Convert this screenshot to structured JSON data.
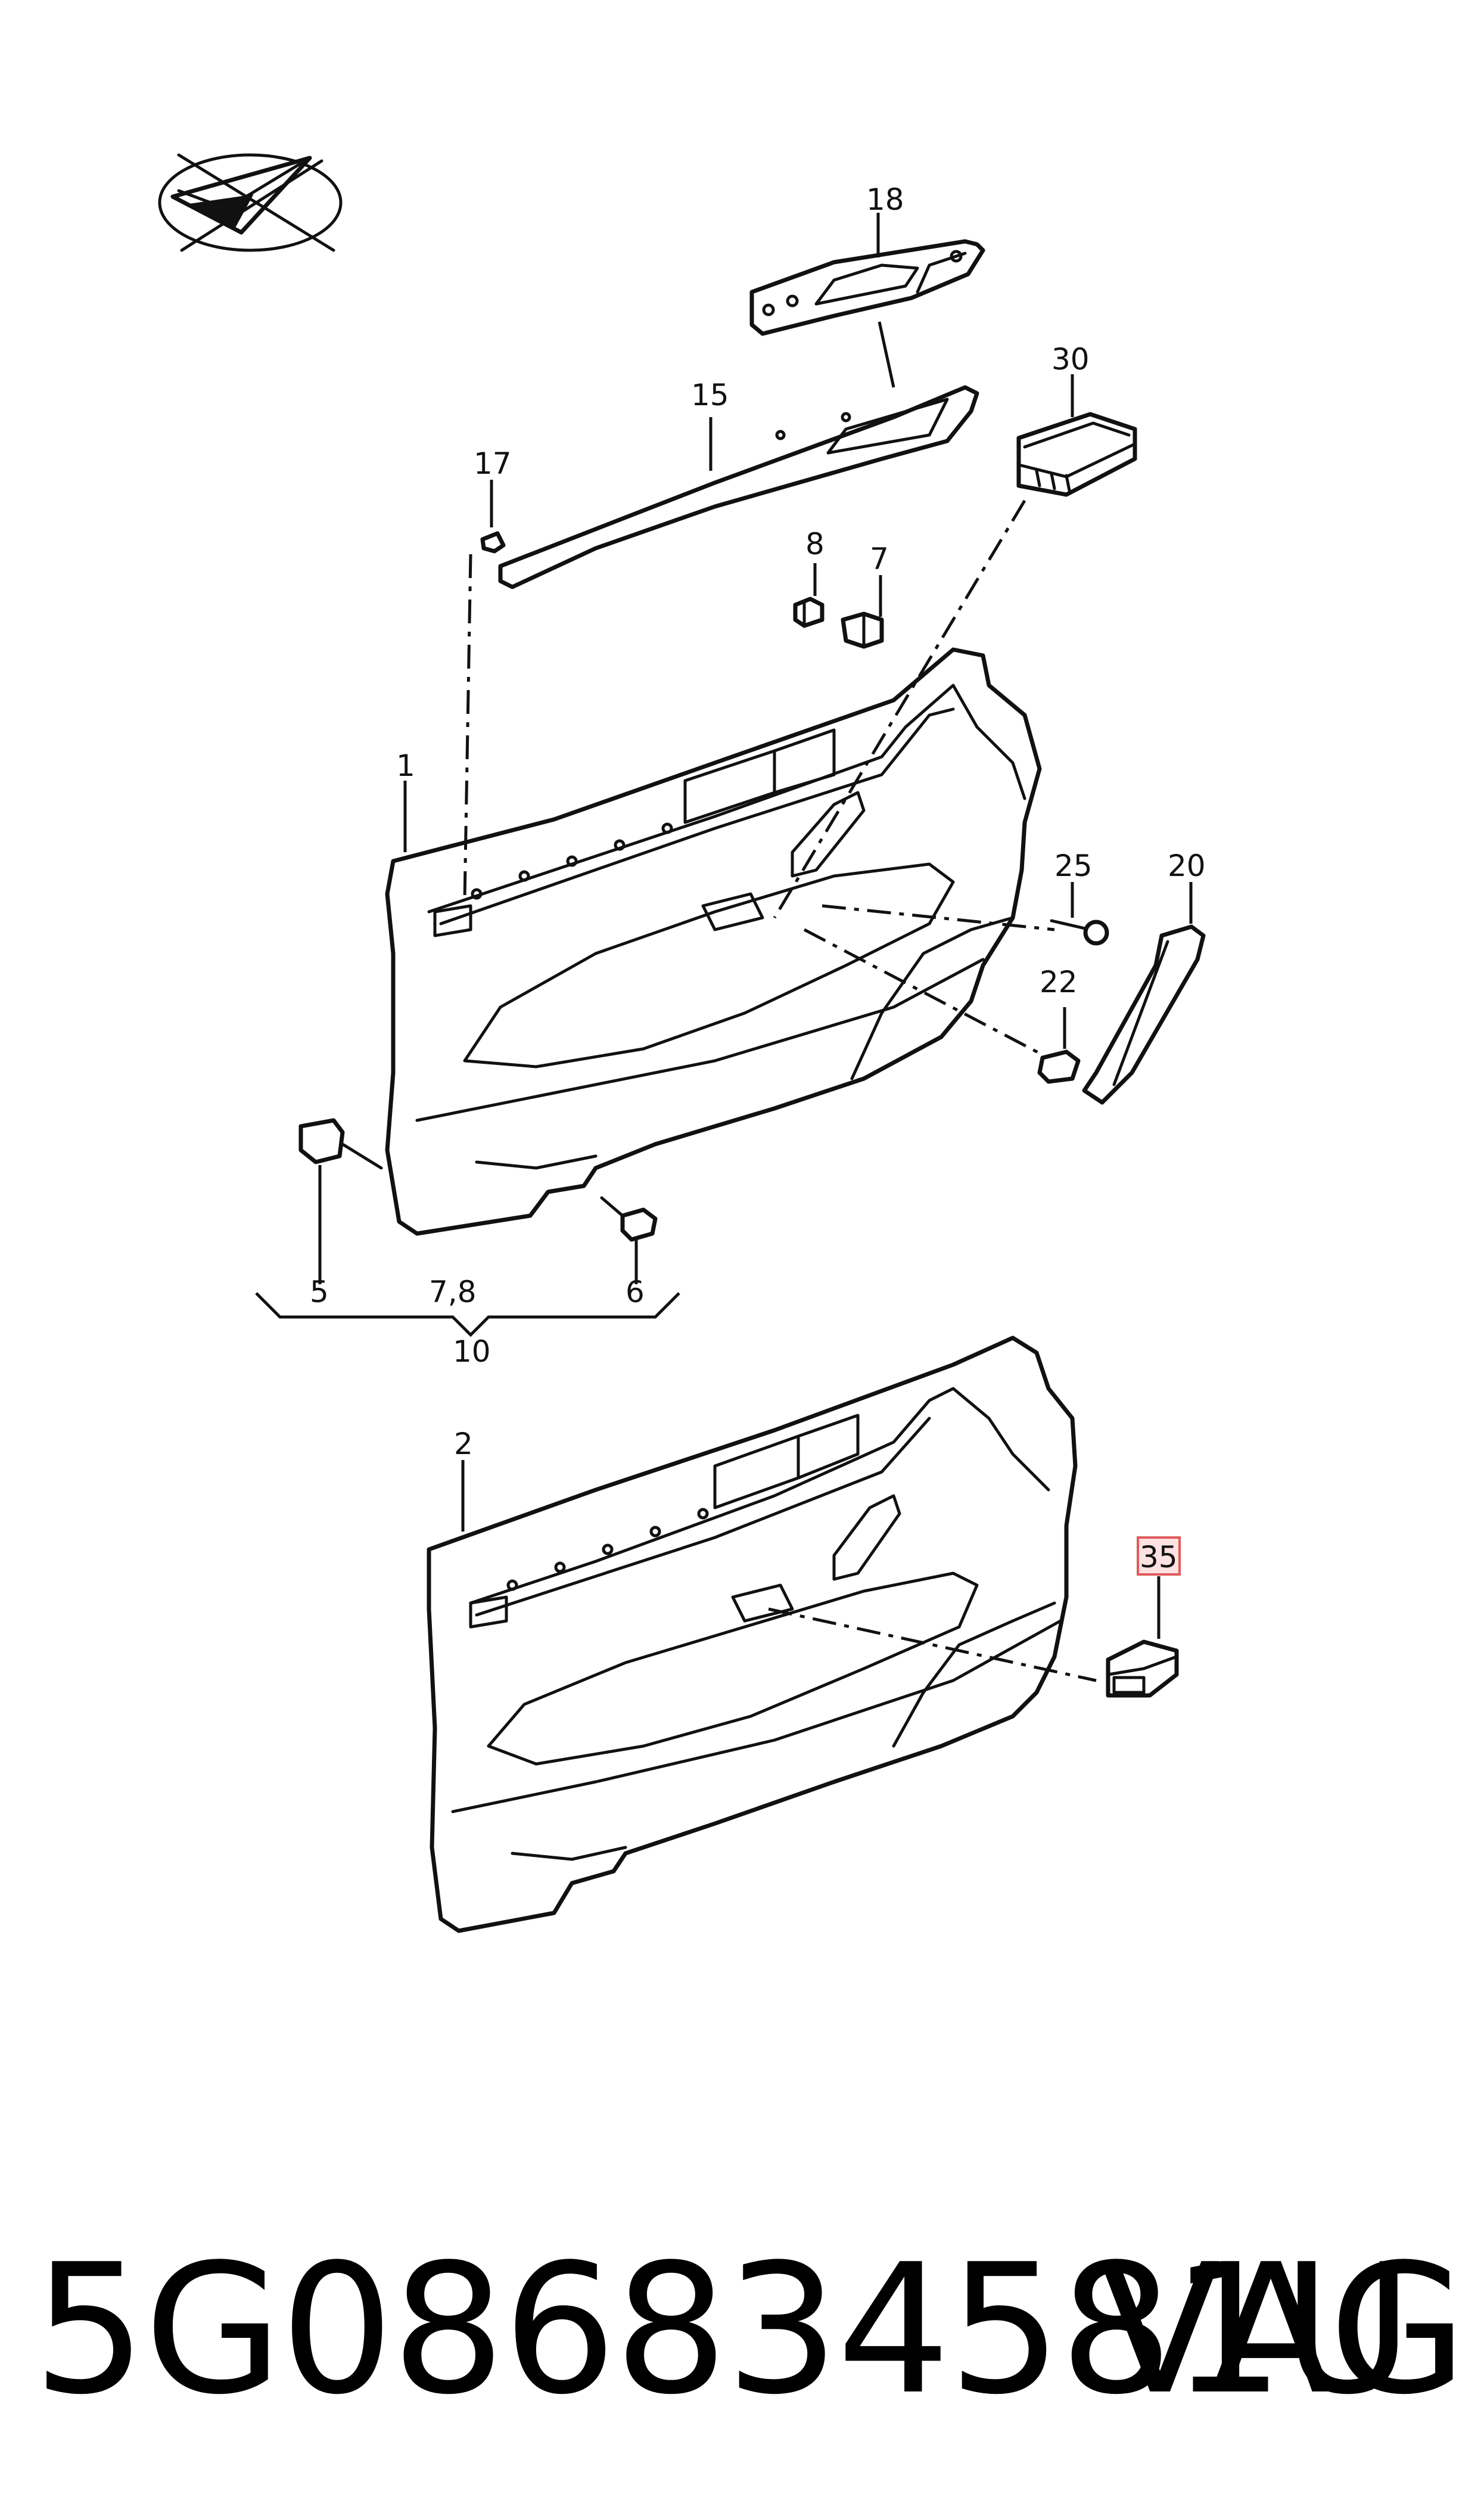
{
  "diagram": {
    "callouts": {
      "c18": "18",
      "c30": "30",
      "c15": "15",
      "c17": "17",
      "c8": "8",
      "c7": "7",
      "c1": "1",
      "c25": "25",
      "c20": "20",
      "c22": "22",
      "c5": "5",
      "c78": "7,8",
      "c6": "6",
      "c10": "10",
      "c2": "2",
      "c35": "35"
    },
    "highlight_color": "#e05a5a"
  },
  "footer": {
    "part_number": "5G086834581U",
    "brand": "VAG"
  }
}
